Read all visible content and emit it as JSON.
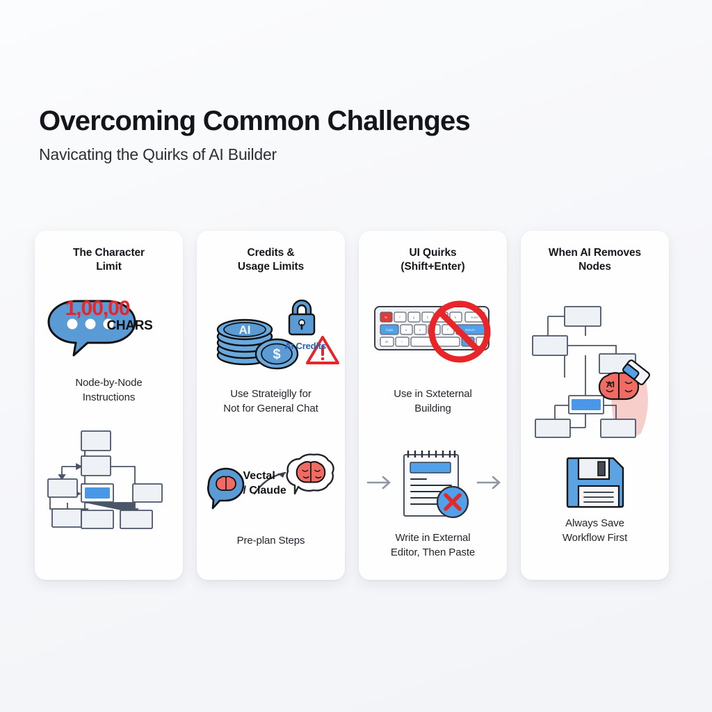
{
  "header": {
    "title": "Overcoming Common Challenges",
    "subtitle": "Navicating the Quirks of AI Builder"
  },
  "colors": {
    "background": "#f7f8fa",
    "card": "#fefefe",
    "accent_blue": "#4a97e8",
    "coin_blue": "#5b9bd5",
    "alert_red": "#e8262a",
    "brain_red": "#ef6b63",
    "node_border": "#4a5568",
    "text_dark": "#15171c"
  },
  "cards": [
    {
      "id": "character-limit",
      "title": "The Character\nLimit",
      "badge_number": "1,00,00",
      "badge_unit": "CHARS",
      "caption": "Node-by-Node\nInstructions",
      "icons": [
        "speech-bubble-icon",
        "flowchart-icon"
      ]
    },
    {
      "id": "credits-usage",
      "title": "Credits &\nUsage Limits",
      "coin_label": "AI",
      "coin_dollar_label": "$",
      "lock_label": "AI Credits",
      "warning_label": "!",
      "caption": "Use Strateiglly for\nNot for General Chat",
      "tools_label": "Vectal\n/ Claude",
      "caption2": "Pre-plan Steps",
      "icons": [
        "coin-stack-icon",
        "lock-icon",
        "warning-triangle-icon",
        "brain-bubble-icon",
        "arrow-icon"
      ]
    },
    {
      "id": "ui-quirks",
      "title": "UI Quirks\n(Shift+Enter)",
      "caption": "Use in Sxteternal\nBuilding",
      "caption2": "Write in External\nEditor, Then Paste",
      "icons": [
        "keyboard-icon",
        "prohibition-icon",
        "notepad-icon",
        "x-circle-icon",
        "arrow-right-icon"
      ]
    },
    {
      "id": "ai-removes-nodes",
      "title": "When AI Removes\nNodes",
      "brain_label": "AI",
      "caption": "Always Save\nWorkflow First",
      "icons": [
        "flowchart-icon",
        "brain-eraser-icon",
        "floppy-disk-icon"
      ]
    }
  ]
}
